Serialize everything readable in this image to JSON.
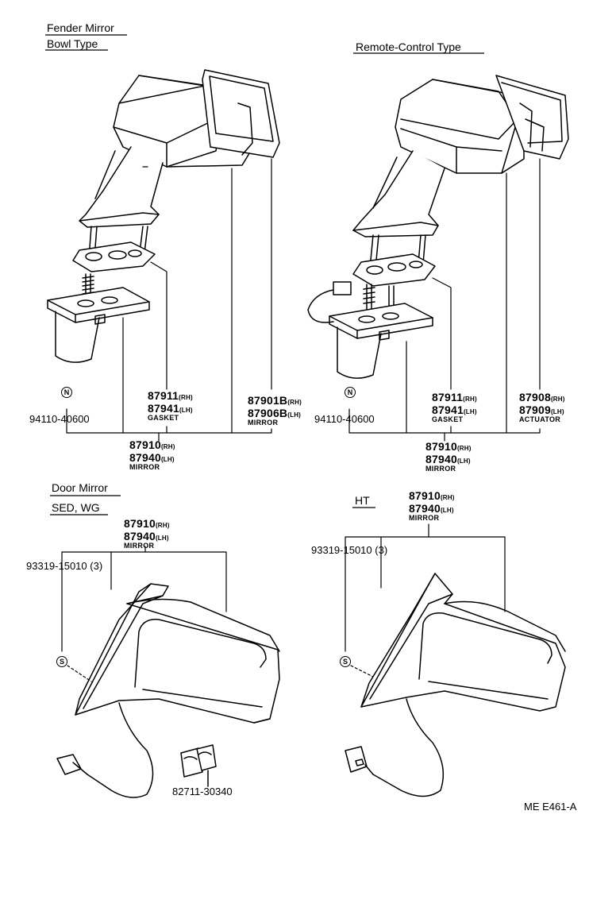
{
  "sections": {
    "fender_title": "Fender Mirror",
    "bowl_type": "Bowl Type",
    "remote_type": "Remote-Control Type",
    "door_title": "Door Mirror",
    "sed_wg": "SED, WG",
    "ht": "HT"
  },
  "fender_bowl": {
    "symbol": "N",
    "nut_part": "94110-40600",
    "gasket_rh": "87911",
    "gasket_lh": "87941",
    "gasket_caption": "GASKET",
    "mirror_glass_rh": "87901B",
    "mirror_glass_lh": "87906B",
    "mirror_glass_caption": "MIRROR",
    "mirror_rh": "87910",
    "mirror_lh": "87940",
    "mirror_caption": "MIRROR"
  },
  "fender_remote": {
    "symbol": "N",
    "nut_part": "94110-40600",
    "gasket_rh": "87911",
    "gasket_lh": "87941",
    "gasket_caption": "GASKET",
    "actuator_rh": "87908",
    "actuator_lh": "87909",
    "actuator_caption": "ACTUATOR",
    "mirror_rh": "87910",
    "mirror_lh": "87940",
    "mirror_caption": "MIRROR"
  },
  "door_sed_wg": {
    "mirror_rh": "87910",
    "mirror_lh": "87940",
    "mirror_caption": "MIRROR",
    "screw_part": "93319-15010",
    "screw_qty": "(3)",
    "symbol": "S",
    "clip_part": "82711-30340"
  },
  "door_ht": {
    "mirror_rh": "87910",
    "mirror_lh": "87940",
    "mirror_caption": "MIRROR",
    "screw_part": "93319-15010",
    "screw_qty": "(3)",
    "symbol": "S"
  },
  "suffix": {
    "rh": "(RH)",
    "lh": "(LH)"
  },
  "ref_code": "ME E461-A"
}
